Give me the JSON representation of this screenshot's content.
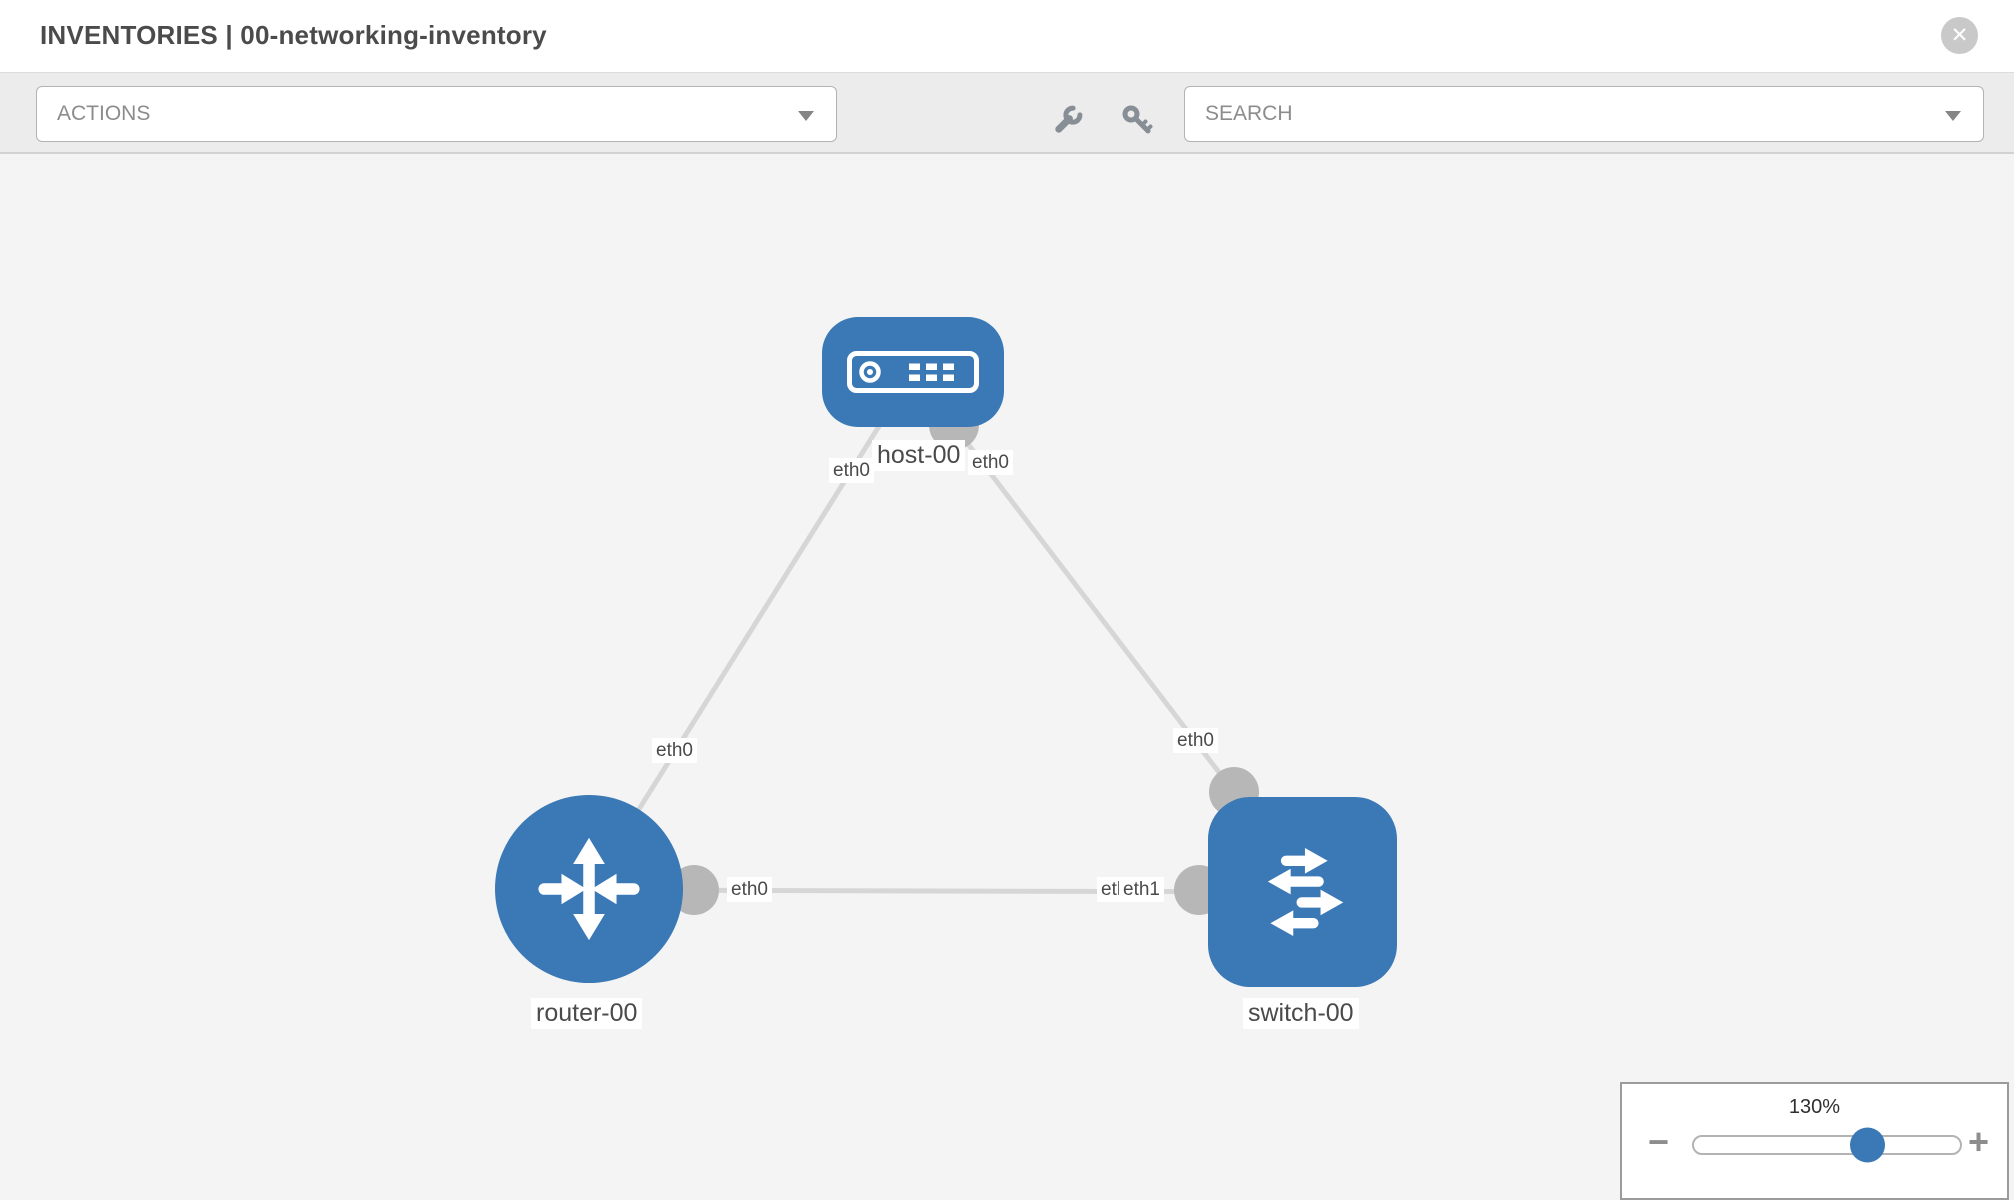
{
  "header": {
    "title": "INVENTORIES | 00-networking-inventory",
    "close_glyph": "✕"
  },
  "toolbar": {
    "actions_label": "ACTIONS",
    "search_label": "SEARCH"
  },
  "topology": {
    "nodes": [
      {
        "label": "host-00",
        "type": "host"
      },
      {
        "label": "router-00",
        "type": "router"
      },
      {
        "label": "switch-00",
        "type": "switch"
      }
    ],
    "if_labels": [
      "eth0",
      "eth0",
      "eth0",
      "eth0",
      "eth0",
      "eth0",
      "eth1"
    ]
  },
  "zoom_panel": {
    "level": "130%",
    "minus_glyph": "−",
    "plus_glyph": "+"
  },
  "colors": {
    "node_blue": "#3a79b6",
    "port_gray": "#b7b7b7",
    "edge_gray": "#d6d6d6",
    "icon_gray": "#878e95"
  }
}
